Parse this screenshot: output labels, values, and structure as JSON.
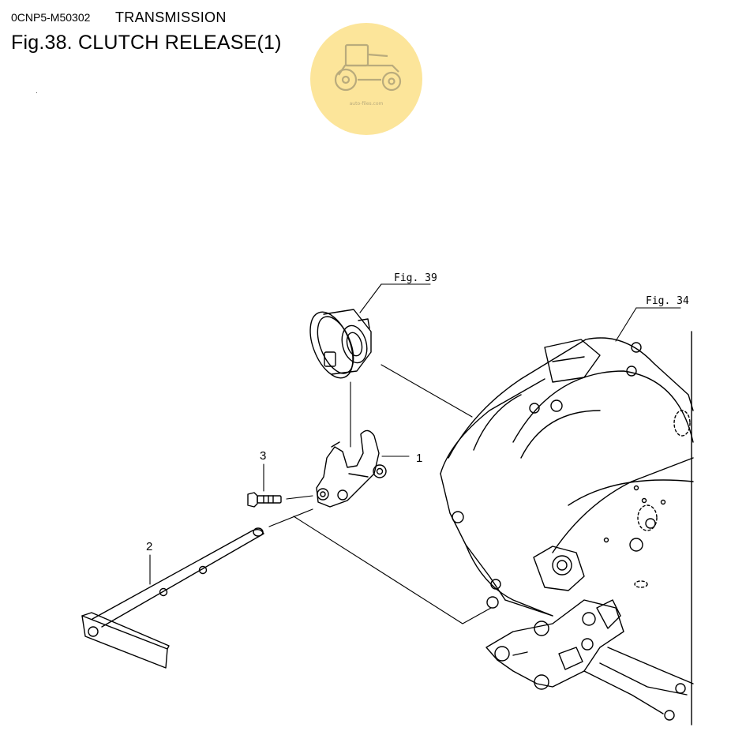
{
  "header": {
    "doc_code": "0CNP5-M50302",
    "section": "TRANSMISSION",
    "figure_title": "Fig.38.  CLUTCH RELEASE(1)"
  },
  "logo": {
    "icon": "tractor-icon",
    "text": "auto-files.com",
    "color": "#FCE59A"
  },
  "callouts": {
    "ref_bearing": "Fig. 39",
    "ref_housing": "Fig. 34",
    "part_1": "1",
    "part_2": "2",
    "part_3": "3"
  }
}
